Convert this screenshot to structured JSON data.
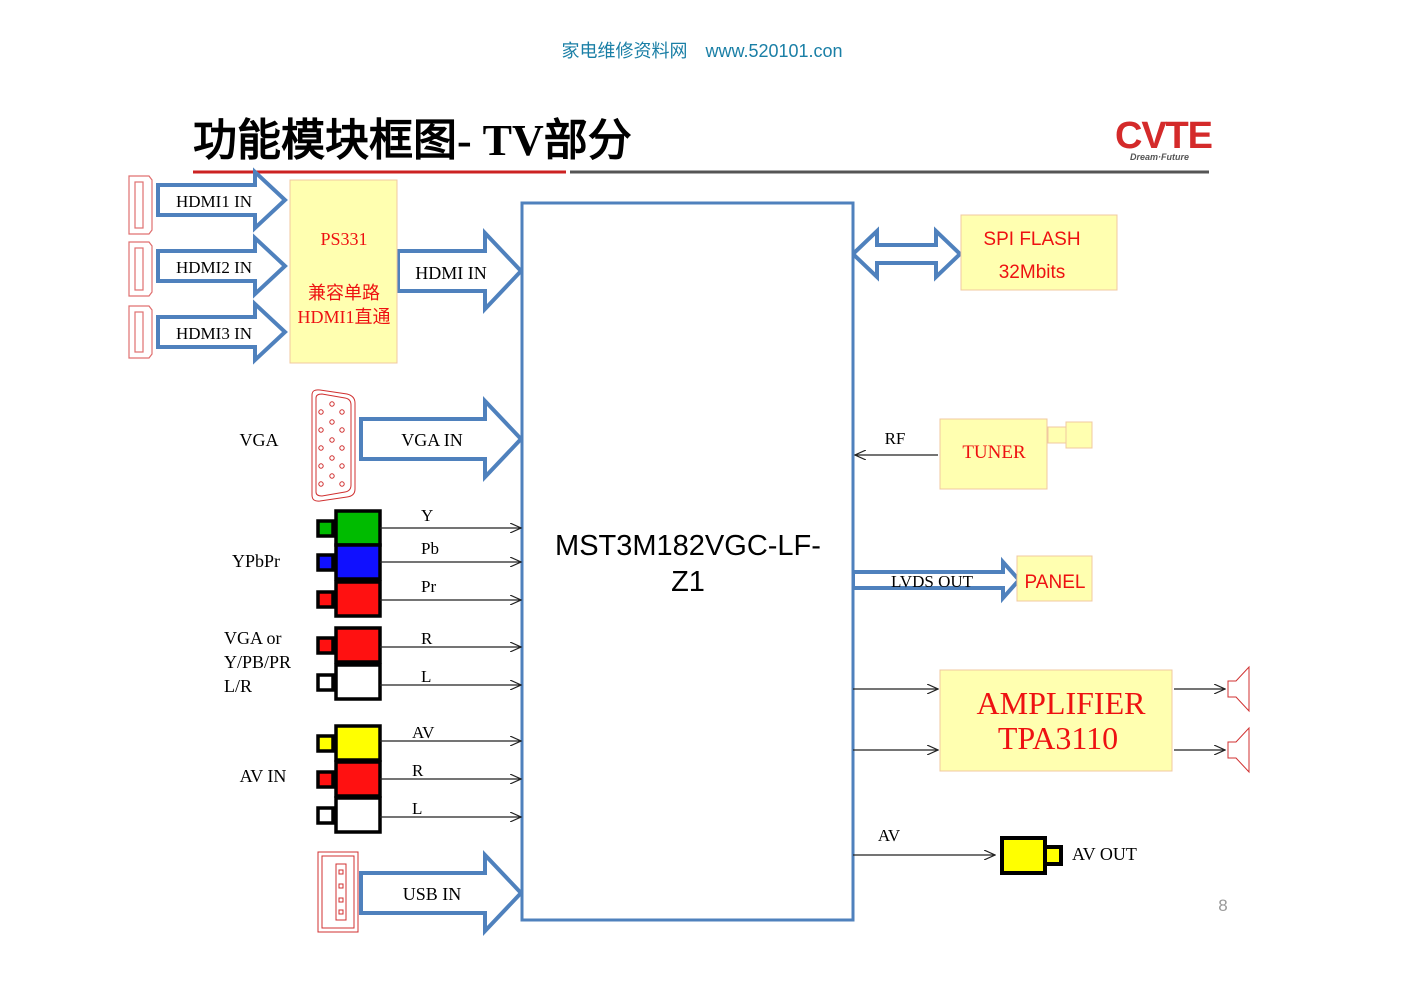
{
  "header": {
    "site": "家电维修资料网　www.520101.con"
  },
  "title": "功能模块框图- TV部分",
  "logo": {
    "brand": "CVTE",
    "tagline": "Dream·Future"
  },
  "main_chip": {
    "line1": "MST3M182VGC-LF-",
    "line2": "Z1"
  },
  "ps331": {
    "name": "PS331",
    "note1": "兼容单路",
    "note2": "HDMI1直通"
  },
  "inputs": {
    "hdmi1": "HDMI1 IN",
    "hdmi2": "HDMI2 IN",
    "hdmi3": "HDMI3 IN",
    "hdmi_in": "HDMI IN",
    "vga_label": "VGA",
    "vga_in": "VGA IN",
    "ypbpr_label": "YPbPr",
    "y": "Y",
    "pb": "Pb",
    "pr": "Pr",
    "vga_or_1": "VGA or",
    "vga_or_2": "Y/PB/PR",
    "vga_or_3": "L/R",
    "r1": "R",
    "l1": "L",
    "av_in_label": "AV IN",
    "av": "AV",
    "r2": "R",
    "l2": "L",
    "usb_in": "USB IN"
  },
  "outputs": {
    "spi1": "SPI FLASH",
    "spi2": "32Mbits",
    "rf": "RF",
    "tuner": "TUNER",
    "lvds": "LVDS OUT",
    "panel": "PANEL",
    "amp1": "AMPLIFIER",
    "amp2": "TPA3110",
    "av": "AV",
    "av_out": "AV OUT"
  },
  "page_number": "8",
  "colors": {
    "arrow": "#4f81bd",
    "box": "#ffffb0",
    "red": "#ee1111",
    "header": "#1a7fa6"
  }
}
